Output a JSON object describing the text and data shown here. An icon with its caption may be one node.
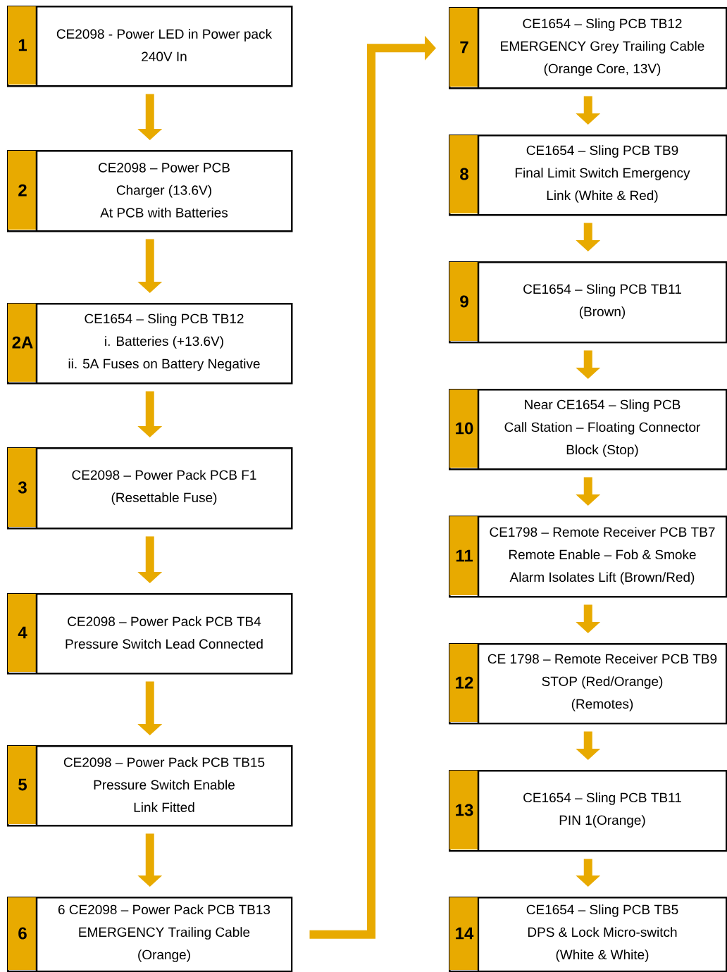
{
  "diagram": {
    "nodes": [
      {
        "text": [
          "1",
          "CE2098 - Power LED in Power pack",
          "240V In"
        ]
      },
      {
        "text": [
          "2",
          "CE2098 – Power PCB",
          "Charger (13.6V)",
          "At PCB with Batteries"
        ]
      },
      {
        "text": [
          "2A",
          "CE1654 – Sling PCB TB12",
          "i. Batteries (+13.6V)",
          "ii. 5A Fuses on Battery Negative"
        ]
      },
      {
        "text": [
          "3",
          "CE2098 – Power Pack PCB F1",
          "(Resettable Fuse)"
        ]
      },
      {
        "text": [
          "4",
          "CE2098 – Power Pack PCB TB4",
          "Pressure Switch Lead Connected"
        ]
      },
      {
        "text": [
          "5",
          "CE2098 – Power Pack PCB TB15",
          "Pressure Switch Enable",
          "Link Fitted"
        ]
      },
      {
        "text": [
          "6",
          "6 CE2098 – Power Pack PCB TB13",
          "EMERGENCY Trailing Cable",
          "(Orange)"
        ]
      },
      {
        "text": [
          "7",
          "CE1654 – Sling PCB TB12",
          "EMERGENCY Grey Trailing Cable",
          "(Orange Core, 13V)"
        ]
      },
      {
        "text": [
          "8",
          "CE1654 – Sling PCB  TB9",
          "Final Limit Switch  Emergency",
          "Link (White & Red)"
        ]
      },
      {
        "text": [
          "9",
          "CE1654 – Sling PCB TB11",
          "(Brown)"
        ]
      },
      {
        "text": [
          "10",
          "Near CE1654 – Sling PCB",
          "Call Station – Floating Connector",
          "Block (Stop)"
        ]
      },
      {
        "text": [
          "11",
          "CE1798 – Remote Receiver PCB TB7",
          "Remote Enable – Fob & Smoke",
          "Alarm Isolates Lift (Brown/Red)"
        ]
      },
      {
        "text": [
          "12",
          "CE 1798 – Remote Receiver PCB TB9",
          "STOP (Red/Orange)",
          "(Remotes)"
        ]
      },
      {
        "text": [
          "13",
          "CE1654 – Sling PCB TB11",
          "PIN 1(Orange)"
        ]
      },
      {
        "text": [
          "14",
          "CE1654 – Sling PCB TB5",
          "DPS & Lock Micro-switch",
          "(White & White)"
        ]
      }
    ],
    "edges": [
      {
        "from": 0,
        "to": 1,
        "arrow": "to"
      },
      {
        "from": 1,
        "to": 2,
        "arrow": "to"
      },
      {
        "from": 2,
        "to": 3,
        "arrow": "to"
      },
      {
        "from": 3,
        "to": 4,
        "arrow": "to"
      },
      {
        "from": 4,
        "to": 5,
        "arrow": "to"
      },
      {
        "from": 5,
        "to": 6,
        "arrow": "to"
      },
      {
        "from": 6,
        "to": 7,
        "arrow": "to"
      },
      {
        "from": 7,
        "to": 8,
        "arrow": "to"
      },
      {
        "from": 8,
        "to": 9,
        "arrow": "to"
      },
      {
        "from": 9,
        "to": 10,
        "arrow": "to"
      },
      {
        "from": 10,
        "to": 11,
        "arrow": "to"
      },
      {
        "from": 11,
        "to": 12,
        "arrow": "to"
      },
      {
        "from": 12,
        "to": 13,
        "arrow": "to"
      },
      {
        "from": 13,
        "to": 14,
        "arrow": "to"
      }
    ]
  }
}
